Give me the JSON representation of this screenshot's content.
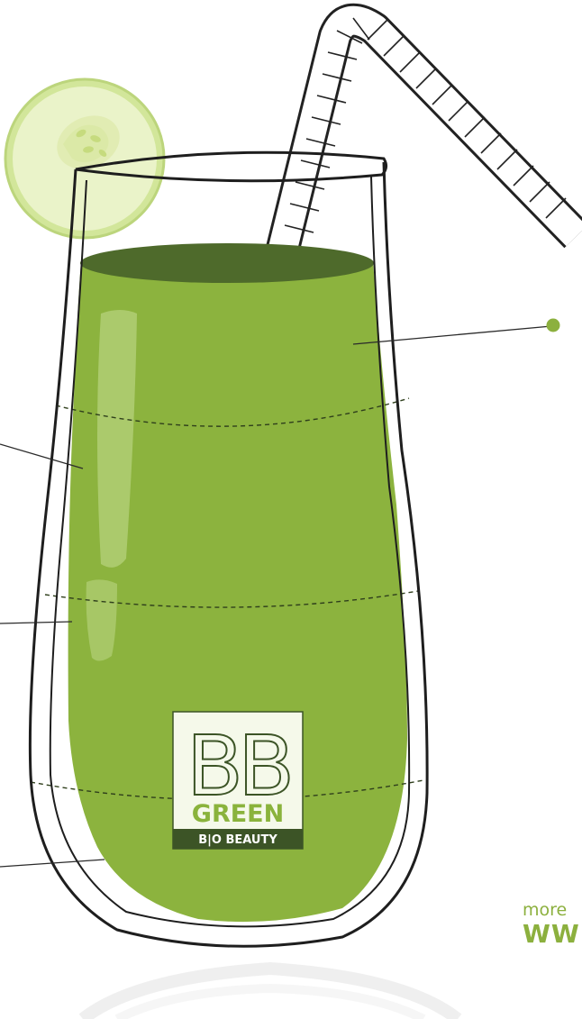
{
  "brand": {
    "monogram": "BB",
    "name": "GREEN",
    "tagline": "B|O BEAUTY"
  },
  "footer": {
    "more_text": "more",
    "url_fragment": "WW"
  },
  "colors": {
    "juice": "#8cb33e",
    "juice_top": "#4e6a2b",
    "logo_bg": "#f5f9ea",
    "logo_green": "#8ab33c",
    "logo_dark": "#3c5426",
    "accent_dot": "#8cb03e",
    "cucumber_flesh": "#e9f2c5",
    "cucumber_rind": "#c9df8b"
  },
  "icons": [
    "cucumber-slice-icon",
    "straw-icon",
    "glass-icon",
    "leader-dot-icon"
  ]
}
